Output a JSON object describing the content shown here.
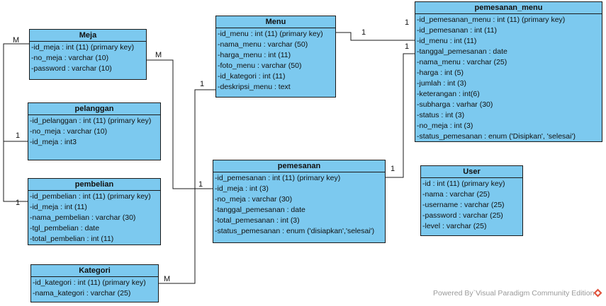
{
  "entities": [
    {
      "id": "meja",
      "title": "Meja",
      "attributes": [
        "-id_meja : int (11) (primary key)",
        "-no_meja : varchar (10)",
        "-password : varchar (10)"
      ]
    },
    {
      "id": "pelanggan",
      "title": "pelanggan",
      "attributes": [
        "-id_pelanggan : int (11) (primary key)",
        "-no_meja : varchar (10)",
        "-id_meja : int3"
      ]
    },
    {
      "id": "pembelian",
      "title": "pembelian",
      "attributes": [
        "-id_pembelian : int (11) (primary key)",
        "-id_meja : int (11)",
        "-nama_pembelian : varchar (30)",
        "-tgl_pembelian : date",
        "-total_pembelian : int (11)"
      ]
    },
    {
      "id": "kategori",
      "title": "Kategori",
      "attributes": [
        "-id_kategori : int (11) (primary key)",
        "-nama_kategori : varchar (25)"
      ]
    },
    {
      "id": "menu",
      "title": "Menu",
      "attributes": [
        "-id_menu : int (11) (primary key)",
        "-nama_menu : varchar (50)",
        "-harga_menu : int (11)",
        "-foto_menu : varchar (50)",
        "-id_kategori : int (11)",
        "-deskripsi_menu : text"
      ]
    },
    {
      "id": "pemesanan",
      "title": "pemesanan",
      "attributes": [
        "-id_pemesanan : int (11) (primary key)",
        "-id_meja : int (3)",
        "-no_meja : varchar (30)",
        "-tanggal_pemesanan : date",
        "-total_pemesanan : int (3)",
        "-status_pemesanan : enum ('disiapkan','selesai')"
      ]
    },
    {
      "id": "pemesanan_menu",
      "title": "pemesanan_menu",
      "attributes": [
        "-id_pemesanan_menu : int (11) (primary key)",
        "-id_pemesanan : int (11)",
        "-id_menu : int (11)",
        "-tanggal_pemesanan : date",
        "-nama_menu : varchar (25)",
        "-harga : int (5)",
        "-jumlah : int (3)",
        "-keterangan : int(6)",
        "-subharga : varhar (30)",
        "-status : int (3)",
        "-no_meja : int (3)",
        "-status_pemesanan : enum ('Disipkan', 'selesai')"
      ]
    },
    {
      "id": "user",
      "title": "User",
      "attributes": [
        "-id : int (11) (primary key)",
        "-nama : varchar (25)",
        "-username : varchar (25)",
        "-password : varchar (25)",
        "-level : varchar (25)"
      ]
    }
  ],
  "multiplicities": {
    "meja_left": "M",
    "meja_right": "M",
    "pelanggan": "1",
    "pembelian": "1",
    "menu_kategori": "1",
    "kategori": "M",
    "menu_right": "1",
    "pm_top": "1",
    "pm_bottom": "1",
    "pemesanan_left": "1",
    "pemesanan_right": "1"
  },
  "watermark": "Powered By`Visual Paradigm Community Edition",
  "colors": {
    "entity_fill": "#7cc9ef",
    "border": "#1a1a1a",
    "line": "#1a1a1a",
    "logo": "#e0533c"
  }
}
